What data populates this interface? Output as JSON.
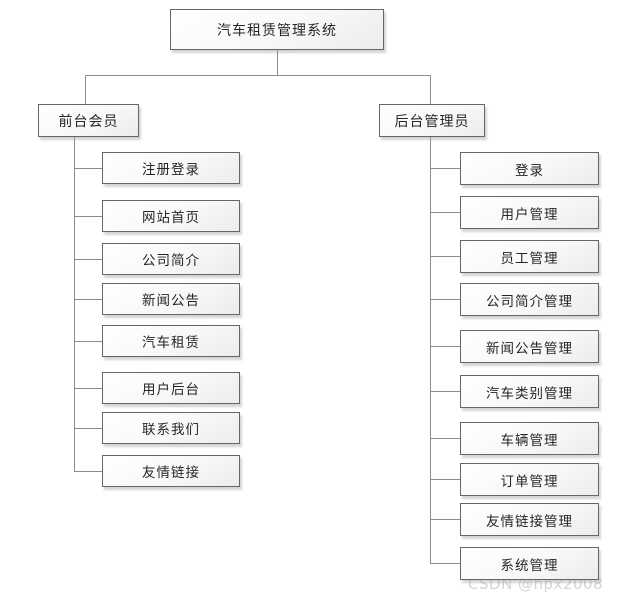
{
  "diagram": {
    "root": {
      "label": "汽车租赁管理系统"
    },
    "left_branch": {
      "label": "前台会员",
      "children": [
        "注册登录",
        "网站首页",
        "公司简介",
        "新闻公告",
        "汽车租赁",
        "用户后台",
        "联系我们",
        "友情链接"
      ]
    },
    "right_branch": {
      "label": "后台管理员",
      "children": [
        "登录",
        "用户管理",
        "员工管理",
        "公司简介管理",
        "新闻公告管理",
        "汽车类别管理",
        "车辆管理",
        "订单管理",
        "友情链接管理",
        "系统管理"
      ]
    },
    "watermark": "CSDN @hpx2008",
    "colors": {
      "background": "#ffffff",
      "box_border": "#666666",
      "box_fill_top": "#ffffff",
      "box_fill_bottom": "#ececec",
      "connector": "#8c8c8c",
      "text": "#262626",
      "watermark": "#d4d4d4"
    }
  }
}
